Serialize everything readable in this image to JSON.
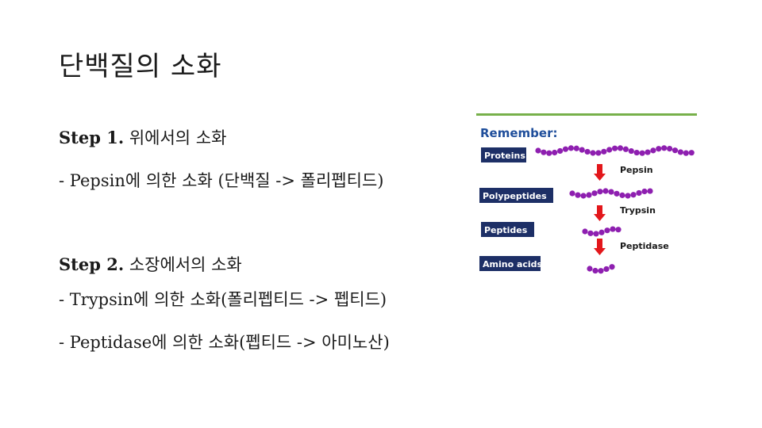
{
  "slide": {
    "title": "단백질의 소화"
  },
  "content": {
    "step1_label": "Step 1.",
    "step1_text": " 위에서의 소화",
    "step1_detail": "- Pepsin에 의한 소화 (단백질 -> 폴리펩티드)",
    "step2_label": "Step 2.",
    "step2_text": " 소장에서의 소화",
    "step2_detail1": "- Trypsin에 의한 소화(폴리펩티드 -> 펩티드)",
    "step2_detail2": "- Peptidase에 의한 소화(펩티드 -> 아미노산)"
  },
  "figure": {
    "heading": "Remember:",
    "labels": {
      "proteins": "Proteins",
      "polypeptides": "Polypeptides",
      "peptides": "Peptides",
      "amino_acids": "Amino acids"
    },
    "enzymes": {
      "pepsin": "Pepsin",
      "trypsin": "Trypsin",
      "peptidase": "Peptidase"
    },
    "colors": {
      "top_rule": "#77b04a",
      "heading": "#1f4e9b",
      "label_bg": "#1d2f66",
      "label_text": "#ffffff",
      "bead": "#8e1fb0",
      "arrow": "#e3171b"
    }
  }
}
